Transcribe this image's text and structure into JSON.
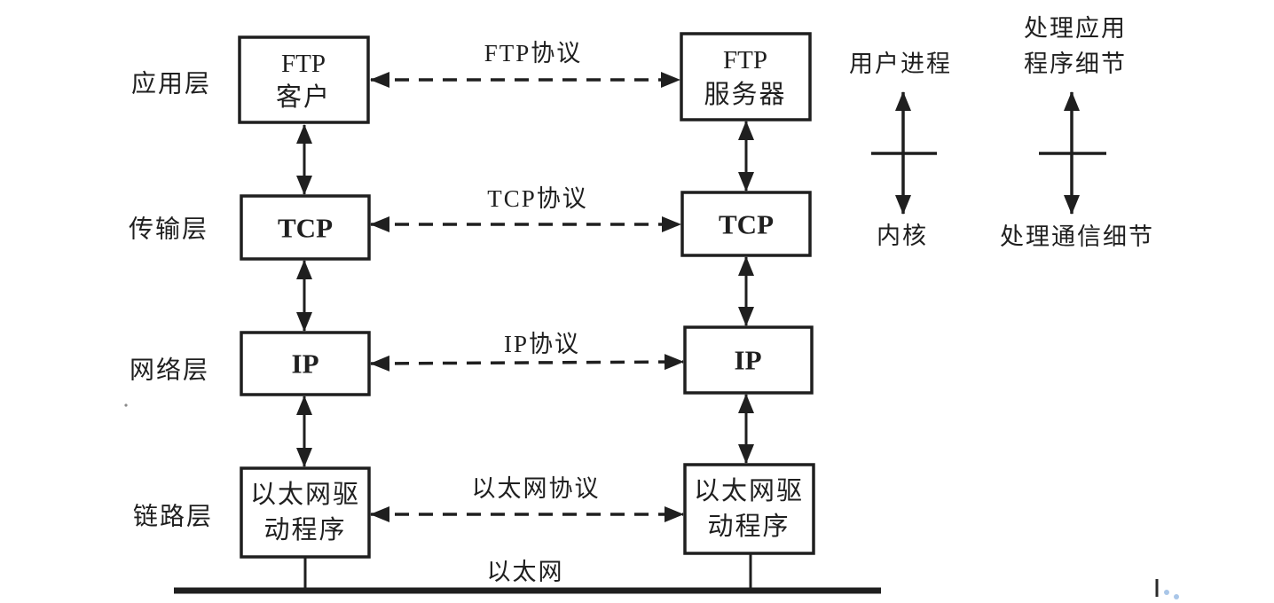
{
  "colors": {
    "ink": "#1f1f1f",
    "background": "#ffffff",
    "artifact_blue": "#a9c6e8"
  },
  "layer_labels": {
    "application": "应用层",
    "transport": "传输层",
    "network": "网络层",
    "link": "链路层"
  },
  "client_stack": {
    "application_line1": "FTP",
    "application_line2": "客户",
    "transport": "TCP",
    "network": "IP",
    "link_line1": "以太网驱",
    "link_line2": "动程序"
  },
  "server_stack": {
    "application_line1": "FTP",
    "application_line2": "服务器",
    "transport": "TCP",
    "network": "IP",
    "link_line1": "以太网驱",
    "link_line2": "动程序"
  },
  "protocol_labels": {
    "application": "FTP协议",
    "transport": "TCP协议",
    "network": "IP协议",
    "link": "以太网协议"
  },
  "ethernet_label": "以太网",
  "annotations": {
    "user_process": "用户进程",
    "kernel": "内核",
    "app_detail_line1": "处理应用",
    "app_detail_line2": "程序细节",
    "comm_detail": "处理通信细节"
  }
}
